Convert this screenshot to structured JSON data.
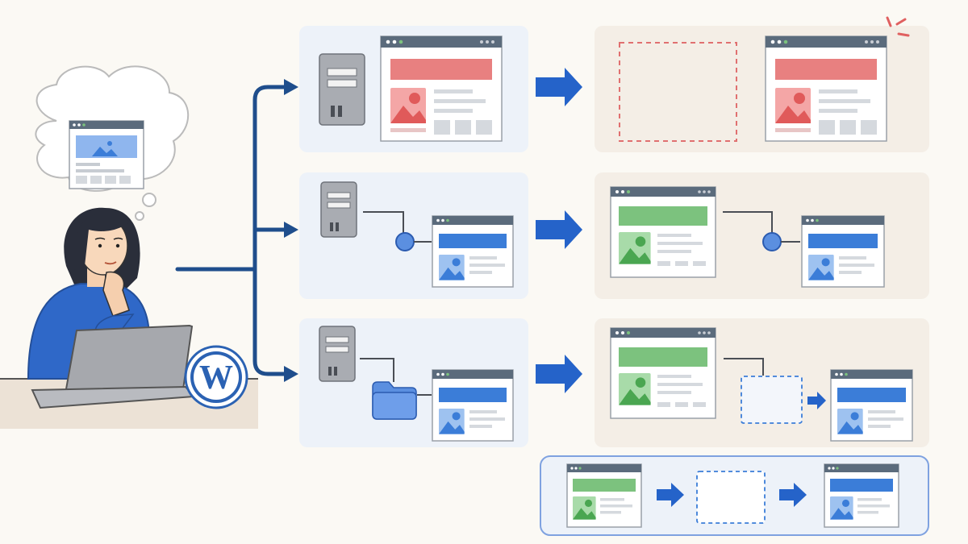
{
  "title": "",
  "logo": {
    "name": "wordpress-logo",
    "letter": "W"
  },
  "person": {
    "state": "thinking",
    "imagined_page": "browser-window"
  },
  "colors": {
    "background": "#fbf9f4",
    "panel_blue": "#edf2f9",
    "panel_beige": "#f4eee6",
    "flow_line": "#1f4e8c",
    "arrow": "#2563c9",
    "red_accent": "#e88080",
    "red_dashed": "#e07070",
    "green_accent": "#7cc27e",
    "blue_accent": "#3b7dd8",
    "server_gray": "#a9acb2",
    "folder_blue": "#5b8fe0"
  },
  "rows": [
    {
      "id": "row-1",
      "left_panel": "server-with-page",
      "right_panel": "blank-then-page",
      "accent": "red"
    },
    {
      "id": "row-2",
      "left_panel": "server-connected-node-page",
      "right_panel": "page-connected-node-page",
      "accent": "blue-green"
    },
    {
      "id": "row-3",
      "left_panel": "server-folder-page",
      "right_panel": "page-placeholder-page",
      "accent": "blue-green"
    },
    {
      "id": "row-4",
      "left_panel": "page-placeholder-page",
      "accent": "blue-green"
    }
  ]
}
